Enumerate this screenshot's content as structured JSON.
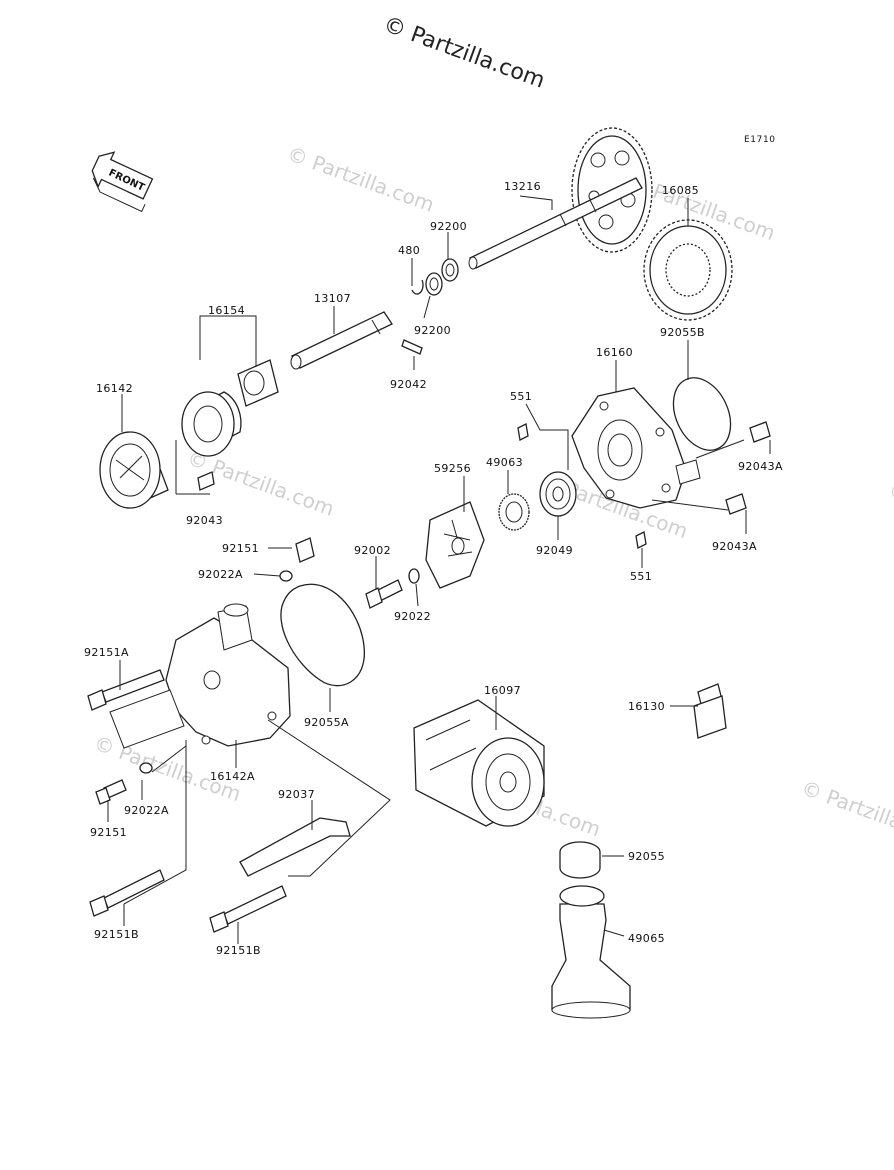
{
  "header": {
    "watermark": "© Partzilla.com",
    "diagram_code": "E1710"
  },
  "front_arrow": {
    "label": "FRONT"
  },
  "watermark_text": "© Partzilla.com",
  "parts": {
    "p13216": "13216",
    "p16085": "16085",
    "p92200a": "92200",
    "p480": "480",
    "p92200b": "92200",
    "p16154": "16154",
    "p13107": "13107",
    "p92042": "92042",
    "p92055b": "92055B",
    "p16160": "16160",
    "p16142": "16142",
    "p551a": "551",
    "p49063": "49063",
    "p59256": "59256",
    "p92043": "92043",
    "p92043a1": "92043A",
    "p92043a2": "92043A",
    "p92049": "92049",
    "p551b": "551",
    "p92151": "92151",
    "p92002": "92002",
    "p92022a": "92022A",
    "p92022": "92022",
    "p92151a": "92151A",
    "p92055a": "92055A",
    "p16097": "16097",
    "p16130": "16130",
    "p16142a": "16142A",
    "p92022a2": "92022A",
    "p92151c": "92151",
    "p92037": "92037",
    "p92055": "92055",
    "p92151b1": "92151B",
    "p92151b2": "92151B",
    "p49065": "49065"
  }
}
